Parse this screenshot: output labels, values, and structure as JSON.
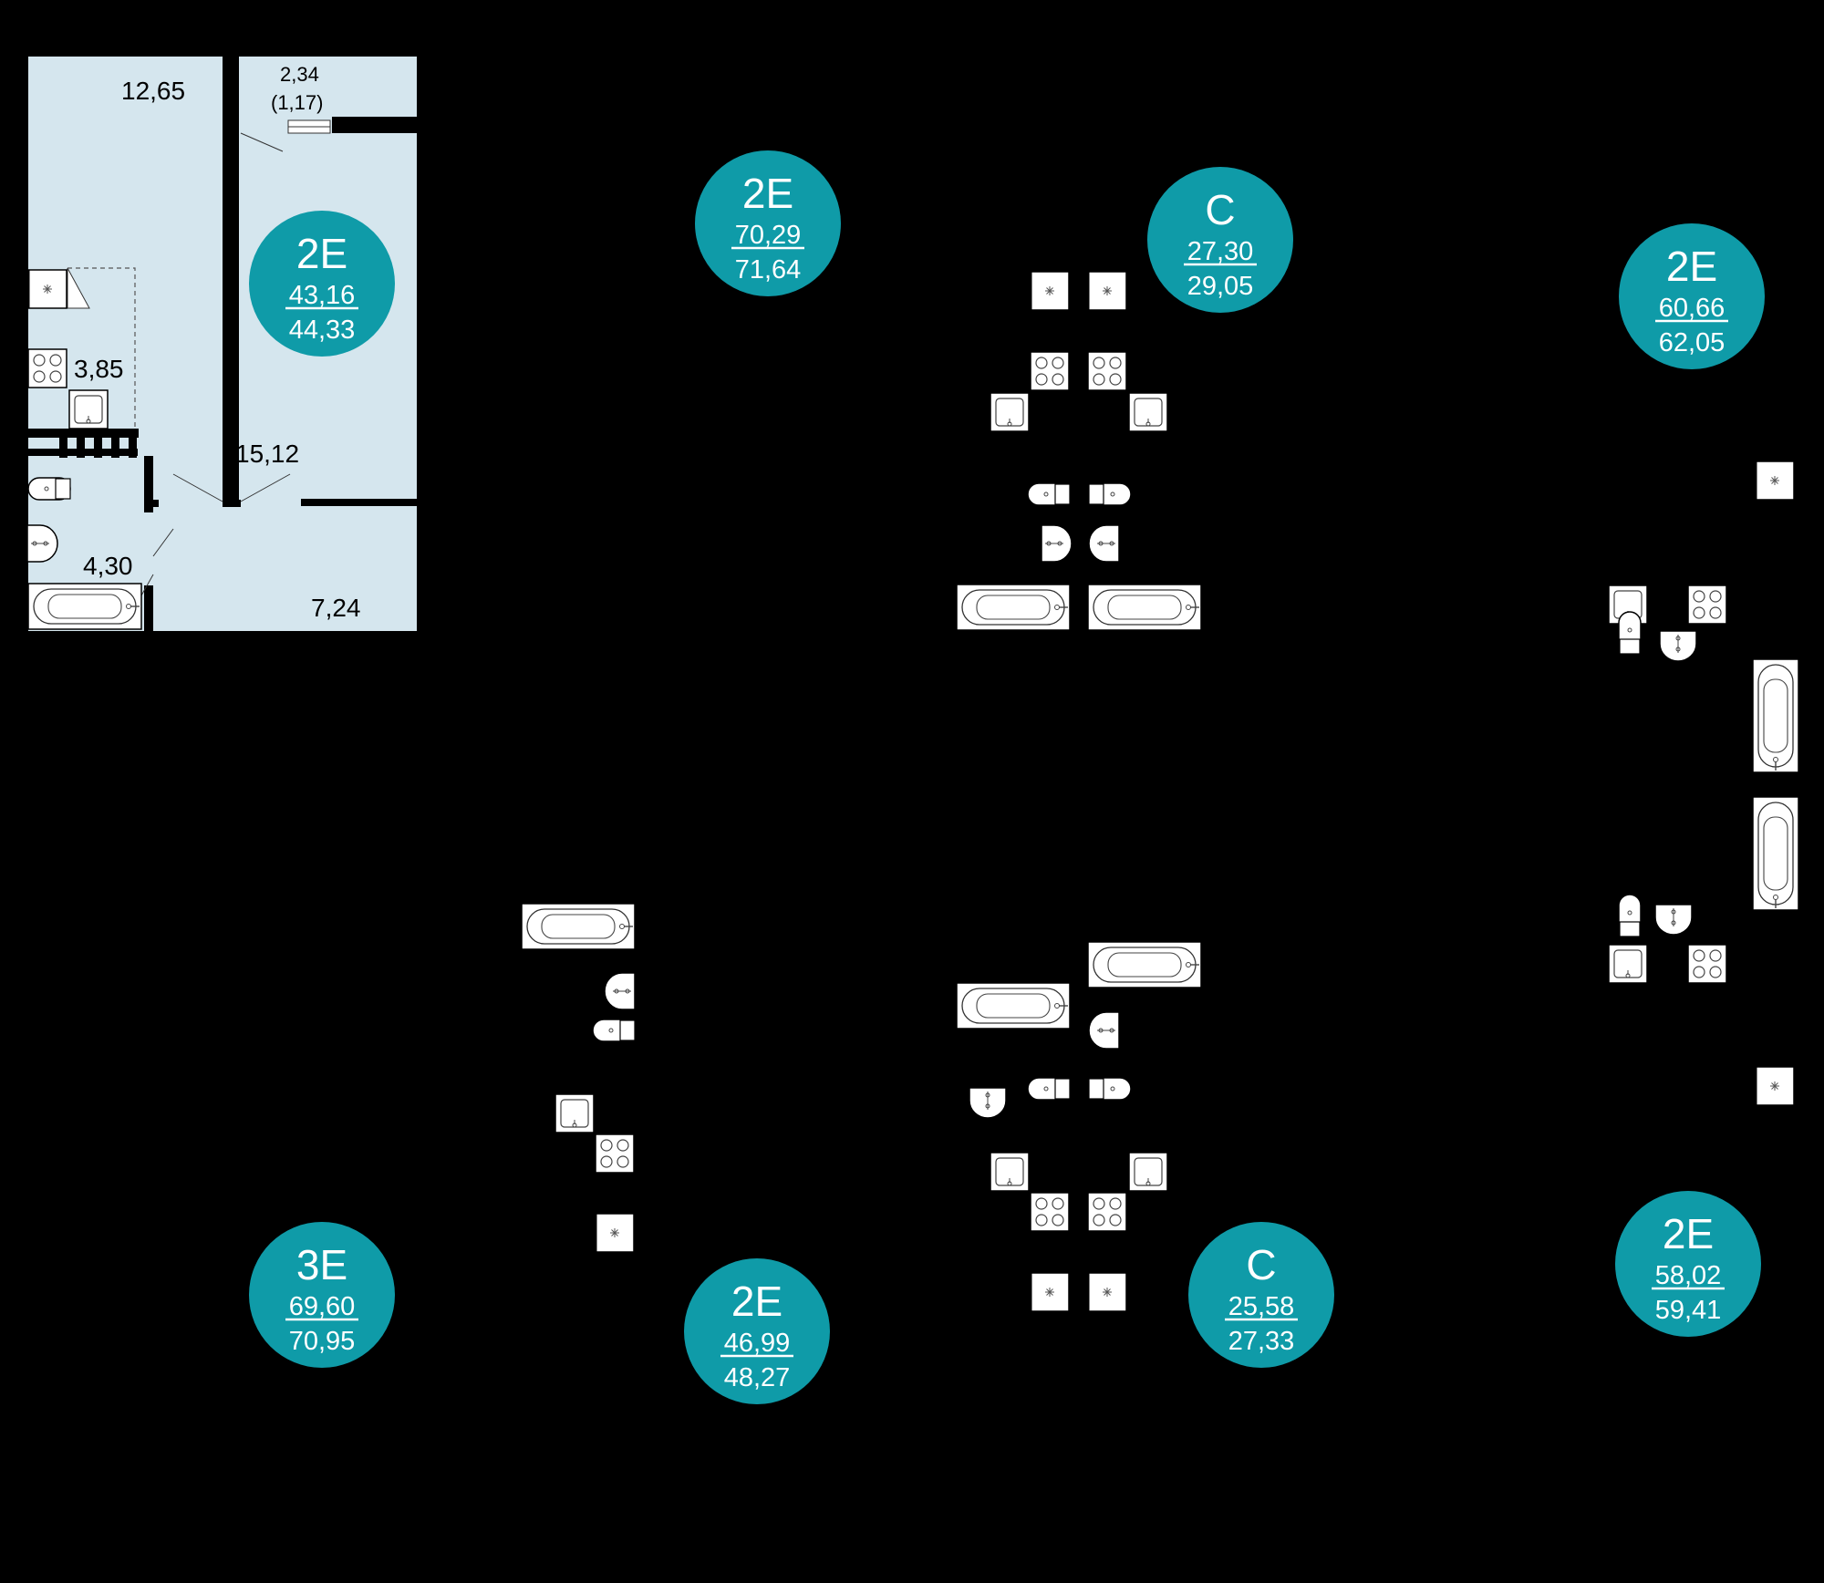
{
  "colors": {
    "background": "#000000",
    "highlight_fill": "#d5e6ee",
    "badge": "#0f9ba8",
    "badge_text": "#ffffff",
    "wall": "#000000",
    "fixture_fill": "#ffffff"
  },
  "selected_apartment": {
    "type": "2E",
    "living_area": "43,16",
    "total_area": "44,33",
    "rooms": [
      {
        "label": "12,65"
      },
      {
        "label": "2,34"
      },
      {
        "label": "(1,17)"
      },
      {
        "label": "3,85"
      },
      {
        "label": "15,12"
      },
      {
        "label": "4,30"
      },
      {
        "label": "7,24"
      }
    ]
  },
  "apartments": [
    {
      "type": "2E",
      "living_area": "43,16",
      "total_area": "44,33"
    },
    {
      "type": "2E",
      "living_area": "70,29",
      "total_area": "71,64"
    },
    {
      "type": "C",
      "living_area": "27,30",
      "total_area": "29,05"
    },
    {
      "type": "2E",
      "living_area": "60,66",
      "total_area": "62,05"
    },
    {
      "type": "3E",
      "living_area": "69,60",
      "total_area": "70,95"
    },
    {
      "type": "2E",
      "living_area": "46,99",
      "total_area": "48,27"
    },
    {
      "type": "C",
      "living_area": "25,58",
      "total_area": "27,33"
    },
    {
      "type": "2E",
      "living_area": "58,02",
      "total_area": "59,41"
    }
  ],
  "fixture_icons": [
    "vent-icon",
    "stove-icon",
    "sink-icon",
    "toilet-icon",
    "washbasin-icon",
    "bathtub-icon"
  ]
}
